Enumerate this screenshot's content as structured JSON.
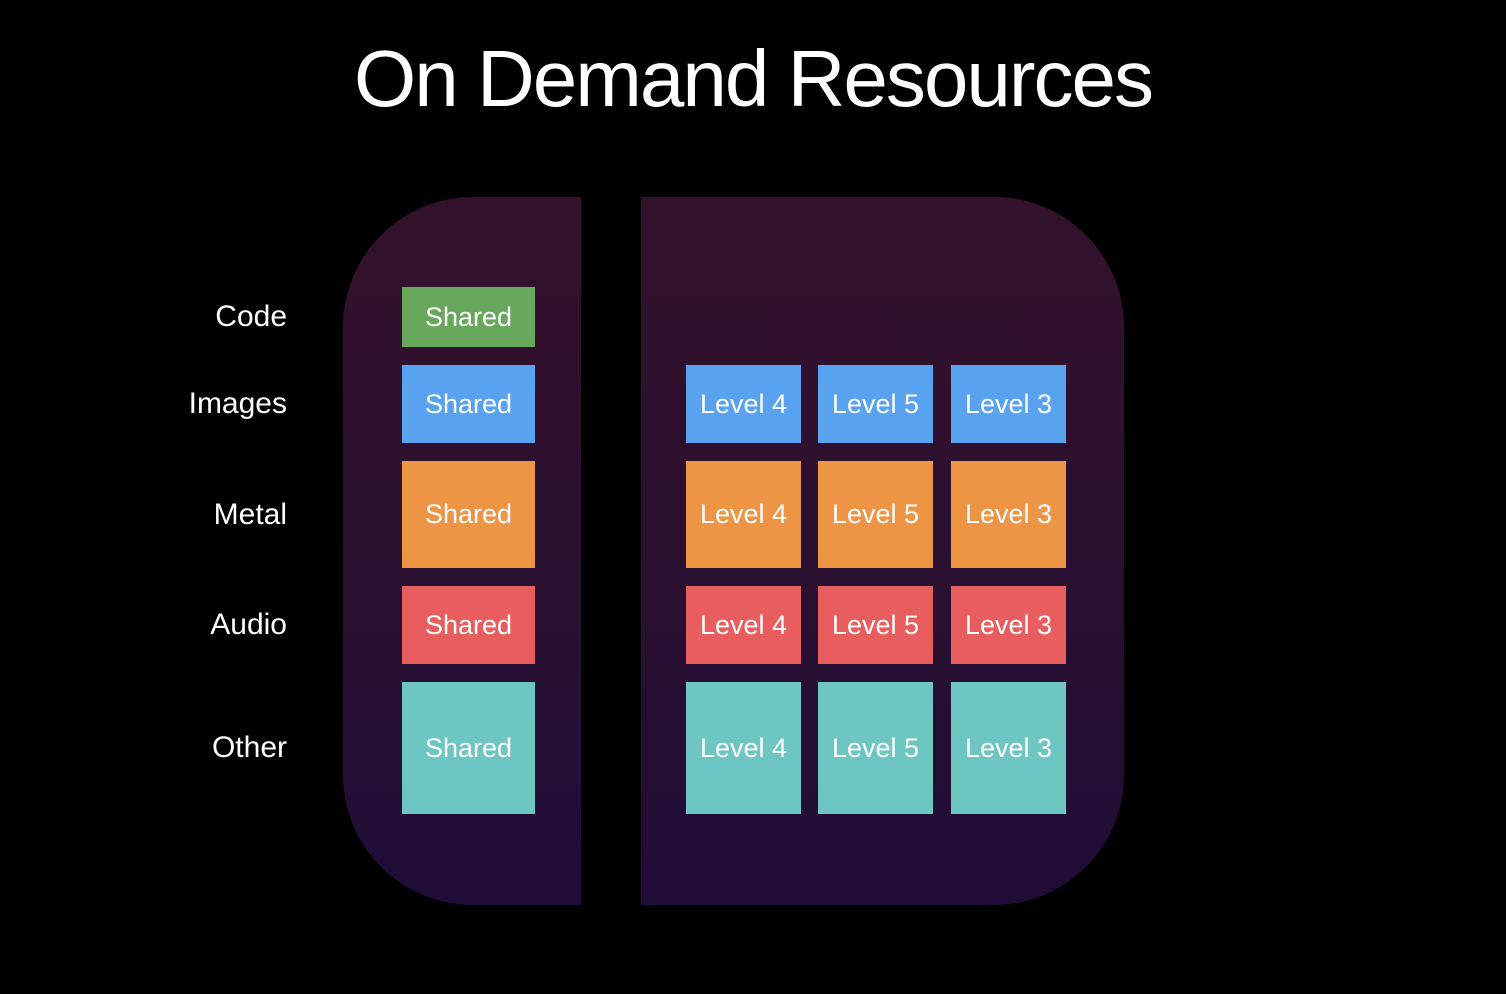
{
  "title": "On Demand Resources",
  "colors": {
    "background": "#000000",
    "panel_gradient_top": "#33112b",
    "panel_gradient_bottom": "#1f0c37",
    "green": "#67a85c",
    "blue": "#58a2f0",
    "orange": "#ee9445",
    "red": "#e85d5d",
    "teal": "#6dc6c2",
    "text": "#ffffff"
  },
  "left_panel": {
    "rows": [
      {
        "label": "Code",
        "box": "Shared",
        "color": "green"
      },
      {
        "label": "Images",
        "box": "Shared",
        "color": "blue"
      },
      {
        "label": "Metal",
        "box": "Shared",
        "color": "orange"
      },
      {
        "label": "Audio",
        "box": "Shared",
        "color": "red"
      },
      {
        "label": "Other",
        "box": "Shared",
        "color": "teal"
      }
    ]
  },
  "right_panel": {
    "rows": [
      {
        "row": "Images",
        "color": "blue",
        "cells": [
          "Level 4",
          "Level 5",
          "Level 3"
        ]
      },
      {
        "row": "Metal",
        "color": "orange",
        "cells": [
          "Level 4",
          "Level 5",
          "Level 3"
        ]
      },
      {
        "row": "Audio",
        "color": "red",
        "cells": [
          "Level 4",
          "Level 5",
          "Level 3"
        ]
      },
      {
        "row": "Other",
        "color": "teal",
        "cells": [
          "Level 4",
          "Level 5",
          "Level 3"
        ]
      }
    ]
  }
}
